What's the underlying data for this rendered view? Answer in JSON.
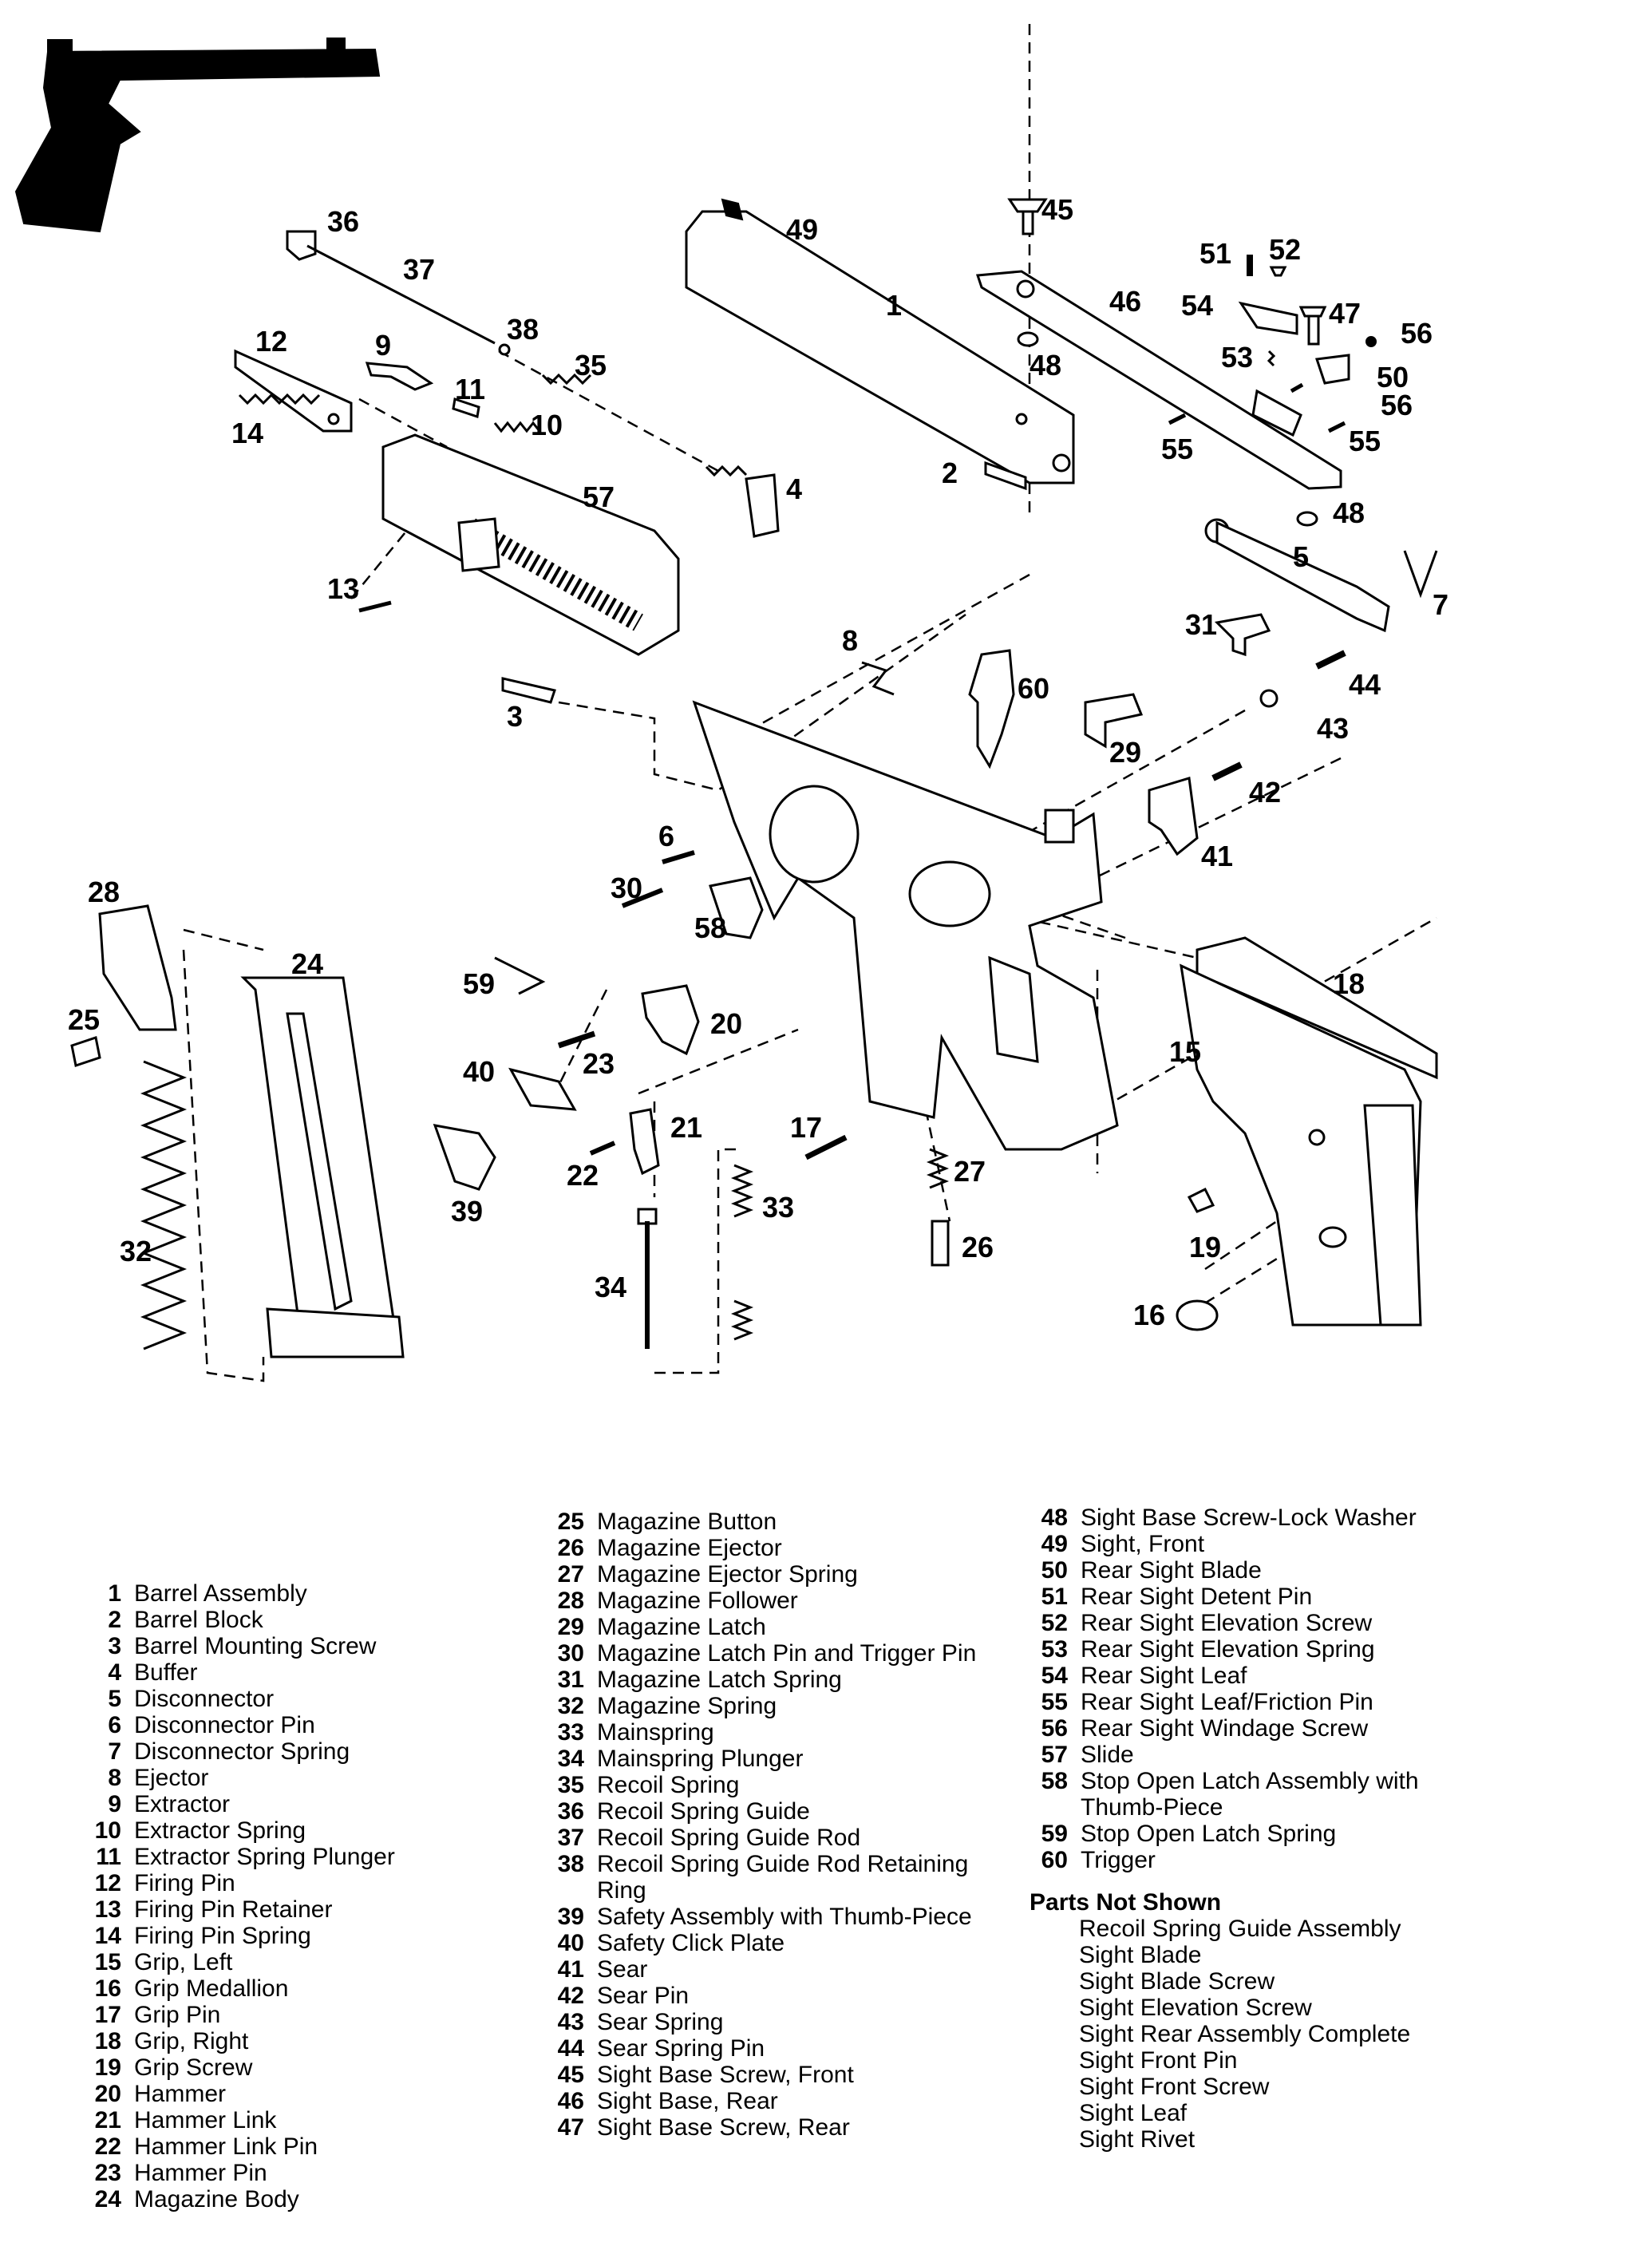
{
  "callouts": [
    {
      "n": "36"
    },
    {
      "n": "37"
    },
    {
      "n": "38"
    },
    {
      "n": "35"
    },
    {
      "n": "12"
    },
    {
      "n": "9"
    },
    {
      "n": "11"
    },
    {
      "n": "10"
    },
    {
      "n": "14"
    },
    {
      "n": "49"
    },
    {
      "n": "1"
    },
    {
      "n": "48"
    },
    {
      "n": "2"
    },
    {
      "n": "4"
    },
    {
      "n": "57"
    },
    {
      "n": "13"
    },
    {
      "n": "45"
    },
    {
      "n": "46"
    },
    {
      "n": "51"
    },
    {
      "n": "52"
    },
    {
      "n": "54"
    },
    {
      "n": "47"
    },
    {
      "n": "56"
    },
    {
      "n": "53"
    },
    {
      "n": "50"
    },
    {
      "n": "56"
    },
    {
      "n": "55"
    },
    {
      "n": "55"
    },
    {
      "n": "48"
    },
    {
      "n": "5"
    },
    {
      "n": "7"
    },
    {
      "n": "31"
    },
    {
      "n": "44"
    },
    {
      "n": "43"
    },
    {
      "n": "8"
    },
    {
      "n": "60"
    },
    {
      "n": "29"
    },
    {
      "n": "42"
    },
    {
      "n": "41"
    },
    {
      "n": "3"
    },
    {
      "n": "6"
    },
    {
      "n": "30"
    },
    {
      "n": "58"
    },
    {
      "n": "28"
    },
    {
      "n": "24"
    },
    {
      "n": "25"
    },
    {
      "n": "59"
    },
    {
      "n": "20"
    },
    {
      "n": "40"
    },
    {
      "n": "23"
    },
    {
      "n": "21"
    },
    {
      "n": "22"
    },
    {
      "n": "39"
    },
    {
      "n": "17"
    },
    {
      "n": "27"
    },
    {
      "n": "33"
    },
    {
      "n": "26"
    },
    {
      "n": "34"
    },
    {
      "n": "32"
    },
    {
      "n": "18"
    },
    {
      "n": "15"
    },
    {
      "n": "19"
    },
    {
      "n": "16"
    }
  ],
  "legend": {
    "col1": [
      {
        "num": "1",
        "name": "Barrel Assembly"
      },
      {
        "num": "2",
        "name": "Barrel Block"
      },
      {
        "num": "3",
        "name": "Barrel Mounting Screw"
      },
      {
        "num": "4",
        "name": "Buffer"
      },
      {
        "num": "5",
        "name": "Disconnector"
      },
      {
        "num": "6",
        "name": "Disconnector Pin"
      },
      {
        "num": "7",
        "name": "Disconnector Spring"
      },
      {
        "num": "8",
        "name": "Ejector"
      },
      {
        "num": "9",
        "name": "Extractor"
      },
      {
        "num": "10",
        "name": "Extractor Spring"
      },
      {
        "num": "11",
        "name": "Extractor Spring Plunger"
      },
      {
        "num": "12",
        "name": "Firing Pin"
      },
      {
        "num": "13",
        "name": "Firing Pin Retainer"
      },
      {
        "num": "14",
        "name": "Firing Pin Spring"
      },
      {
        "num": "15",
        "name": "Grip, Left"
      },
      {
        "num": "16",
        "name": "Grip Medallion"
      },
      {
        "num": "17",
        "name": "Grip Pin"
      },
      {
        "num": "18",
        "name": "Grip, Right"
      },
      {
        "num": "19",
        "name": "Grip Screw"
      },
      {
        "num": "20",
        "name": "Hammer"
      },
      {
        "num": "21",
        "name": "Hammer Link"
      },
      {
        "num": "22",
        "name": "Hammer Link Pin"
      },
      {
        "num": "23",
        "name": "Hammer Pin"
      },
      {
        "num": "24",
        "name": "Magazine Body"
      }
    ],
    "col2": [
      {
        "num": "25",
        "name": "Magazine Button"
      },
      {
        "num": "26",
        "name": "Magazine Ejector"
      },
      {
        "num": "27",
        "name": "Magazine Ejector Spring"
      },
      {
        "num": "28",
        "name": "Magazine Follower"
      },
      {
        "num": "29",
        "name": "Magazine Latch"
      },
      {
        "num": "30",
        "name": "Magazine Latch Pin and Trigger Pin"
      },
      {
        "num": "31",
        "name": "Magazine Latch Spring"
      },
      {
        "num": "32",
        "name": "Magazine Spring"
      },
      {
        "num": "33",
        "name": "Mainspring"
      },
      {
        "num": "34",
        "name": "Mainspring Plunger"
      },
      {
        "num": "35",
        "name": "Recoil Spring"
      },
      {
        "num": "36",
        "name": "Recoil Spring Guide"
      },
      {
        "num": "37",
        "name": "Recoil Spring Guide Rod"
      },
      {
        "num": "38",
        "name": "Recoil Spring Guide Rod Retaining Ring"
      },
      {
        "num": "39",
        "name": "Safety Assembly with Thumb-Piece"
      },
      {
        "num": "40",
        "name": "Safety Click Plate"
      },
      {
        "num": "41",
        "name": "Sear"
      },
      {
        "num": "42",
        "name": "Sear Pin"
      },
      {
        "num": "43",
        "name": "Sear Spring"
      },
      {
        "num": "44",
        "name": "Sear Spring Pin"
      },
      {
        "num": "45",
        "name": "Sight Base Screw, Front"
      },
      {
        "num": "46",
        "name": "Sight Base, Rear"
      },
      {
        "num": "47",
        "name": "Sight Base Screw, Rear"
      }
    ],
    "col3": [
      {
        "num": "48",
        "name": "Sight Base Screw-Lock Washer"
      },
      {
        "num": "49",
        "name": "Sight, Front"
      },
      {
        "num": "50",
        "name": "Rear Sight Blade"
      },
      {
        "num": "51",
        "name": "Rear Sight Detent Pin"
      },
      {
        "num": "52",
        "name": "Rear Sight Elevation Screw"
      },
      {
        "num": "53",
        "name": "Rear Sight Elevation Spring"
      },
      {
        "num": "54",
        "name": "Rear Sight Leaf"
      },
      {
        "num": "55",
        "name": "Rear Sight Leaf/Friction Pin"
      },
      {
        "num": "56",
        "name": "Rear Sight Windage Screw"
      },
      {
        "num": "57",
        "name": "Slide"
      },
      {
        "num": "58",
        "name": "Stop Open Latch Assembly with Thumb-Piece"
      },
      {
        "num": "59",
        "name": "Stop Open Latch Spring"
      },
      {
        "num": "60",
        "name": "Trigger"
      }
    ],
    "not_shown_title": "Parts Not Shown",
    "not_shown": [
      "Recoil Spring Guide Assembly",
      "Sight Blade",
      "Sight Blade Screw",
      "Sight Elevation Screw",
      "Sight Rear Assembly Complete",
      "Sight Front Pin",
      "Sight Front Screw",
      "Sight Leaf",
      "Sight Rivet"
    ]
  }
}
